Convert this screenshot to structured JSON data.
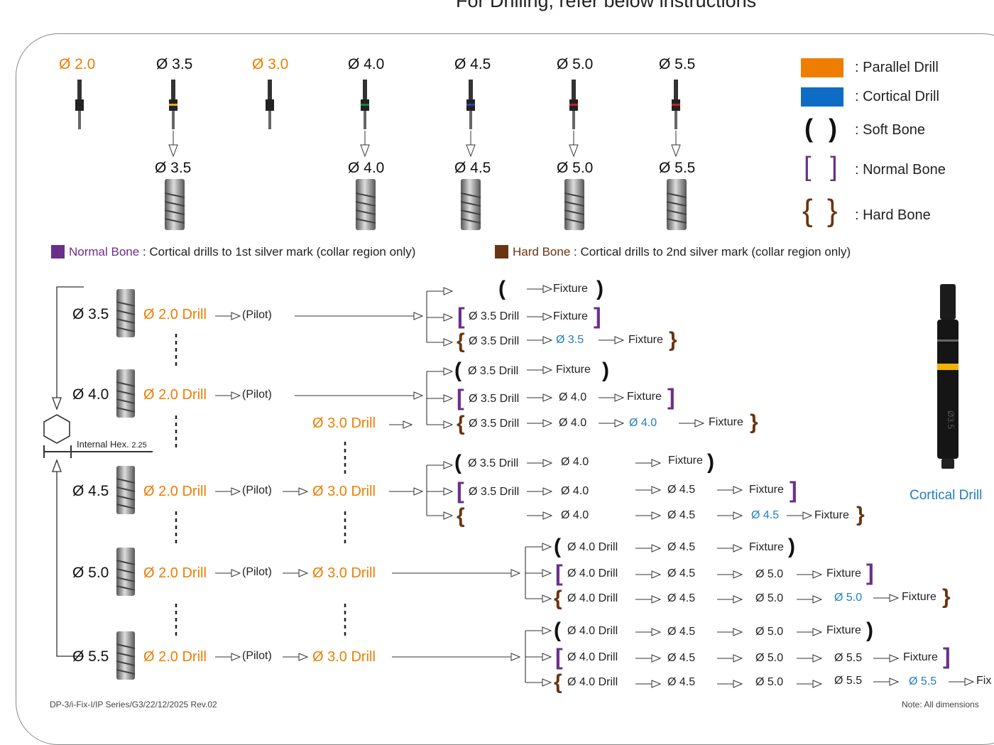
{
  "title": "For Drilling, refer below instructions",
  "colors": {
    "parallel": "#ef7d00",
    "cortical": "#0e6cc4",
    "normal": "#6a2f8a",
    "hard": "#6b3410",
    "blue_text": "#1f7fc0"
  },
  "top_drills": [
    "Ø 2.0",
    "Ø 3.5",
    "Ø 3.0",
    "Ø 4.0",
    "Ø 4.5",
    "Ø 5.0",
    "Ø 5.5"
  ],
  "top_fixtures": [
    "Ø 3.5",
    "Ø 4.0",
    "Ø 4.5",
    "Ø 5.0",
    "Ø 5.5"
  ],
  "legend": {
    "parallel": ": Parallel Drill",
    "cortical": ": Cortical Drill",
    "soft": ": Soft Bone",
    "normal": ": Normal Bone",
    "hard": ": Hard Bone",
    "soft_sym": "( )",
    "normal_sym": "[ ]",
    "hard_sym": "{ }"
  },
  "notes": {
    "normal_label": "Normal Bone",
    "normal_text": ": Cortical drills to 1st silver mark (collar region only)",
    "hard_label": "Hard Bone",
    "hard_text": ": Cortical drills to 2nd silver mark (collar region only)"
  },
  "hex_label": "Internal Hex.",
  "hex_value": "2.25",
  "rows": [
    {
      "dia": "Ø 3.5",
      "drill": "Ø 2.0 Drill",
      "pilot": "(Pilot)",
      "drill3": ""
    },
    {
      "dia": "Ø 4.0",
      "drill": "Ø 2.0 Drill",
      "pilot": "(Pilot)",
      "drill3": "Ø 3.0 Drill"
    },
    {
      "dia": "Ø 4.5",
      "drill": "Ø 2.0 Drill",
      "pilot": "(Pilot)",
      "drill3": "Ø 3.0 Drill"
    },
    {
      "dia": "Ø 5.0",
      "drill": "Ø 2.0 Drill",
      "pilot": "(Pilot)",
      "drill3": "Ø 3.0 Drill"
    },
    {
      "dia": "Ø 5.5",
      "drill": "Ø 2.0 Drill",
      "pilot": "(Pilot)",
      "drill3": "Ø 3.0 Drill"
    }
  ],
  "seq": {
    "fixture": "Fixture",
    "d35drill": "Ø 3.5 Drill",
    "d40drill": "Ø 4.0 Drill",
    "d35": "Ø 3.5",
    "d40": "Ø 4.0",
    "d45": "Ø 4.5",
    "d50": "Ø 5.0",
    "d55": "Ø 5.5",
    "fix_cut": "Fix"
  },
  "cortical_label": "Cortical Drill",
  "drill_marking": "Ø3.5",
  "footer_left": "DP-3/i-Fix-I/IP Series/G3/22/12/2025 Rev.02",
  "footer_right": "Note: All dimensions"
}
